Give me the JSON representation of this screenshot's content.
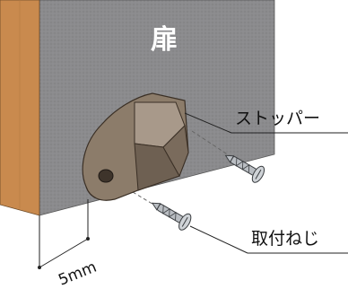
{
  "door_label": "扉",
  "stopper_label": "ストッパー",
  "screw_label": "取付ねじ",
  "gap_label": "5mm",
  "colors": {
    "door_face": "#8a8a8c",
    "door_edge_wood": "#c98a4e",
    "stopper_body": "#8c7c6a",
    "stopper_shadow": "#6e6052",
    "screw": "#b9bdc2"
  }
}
